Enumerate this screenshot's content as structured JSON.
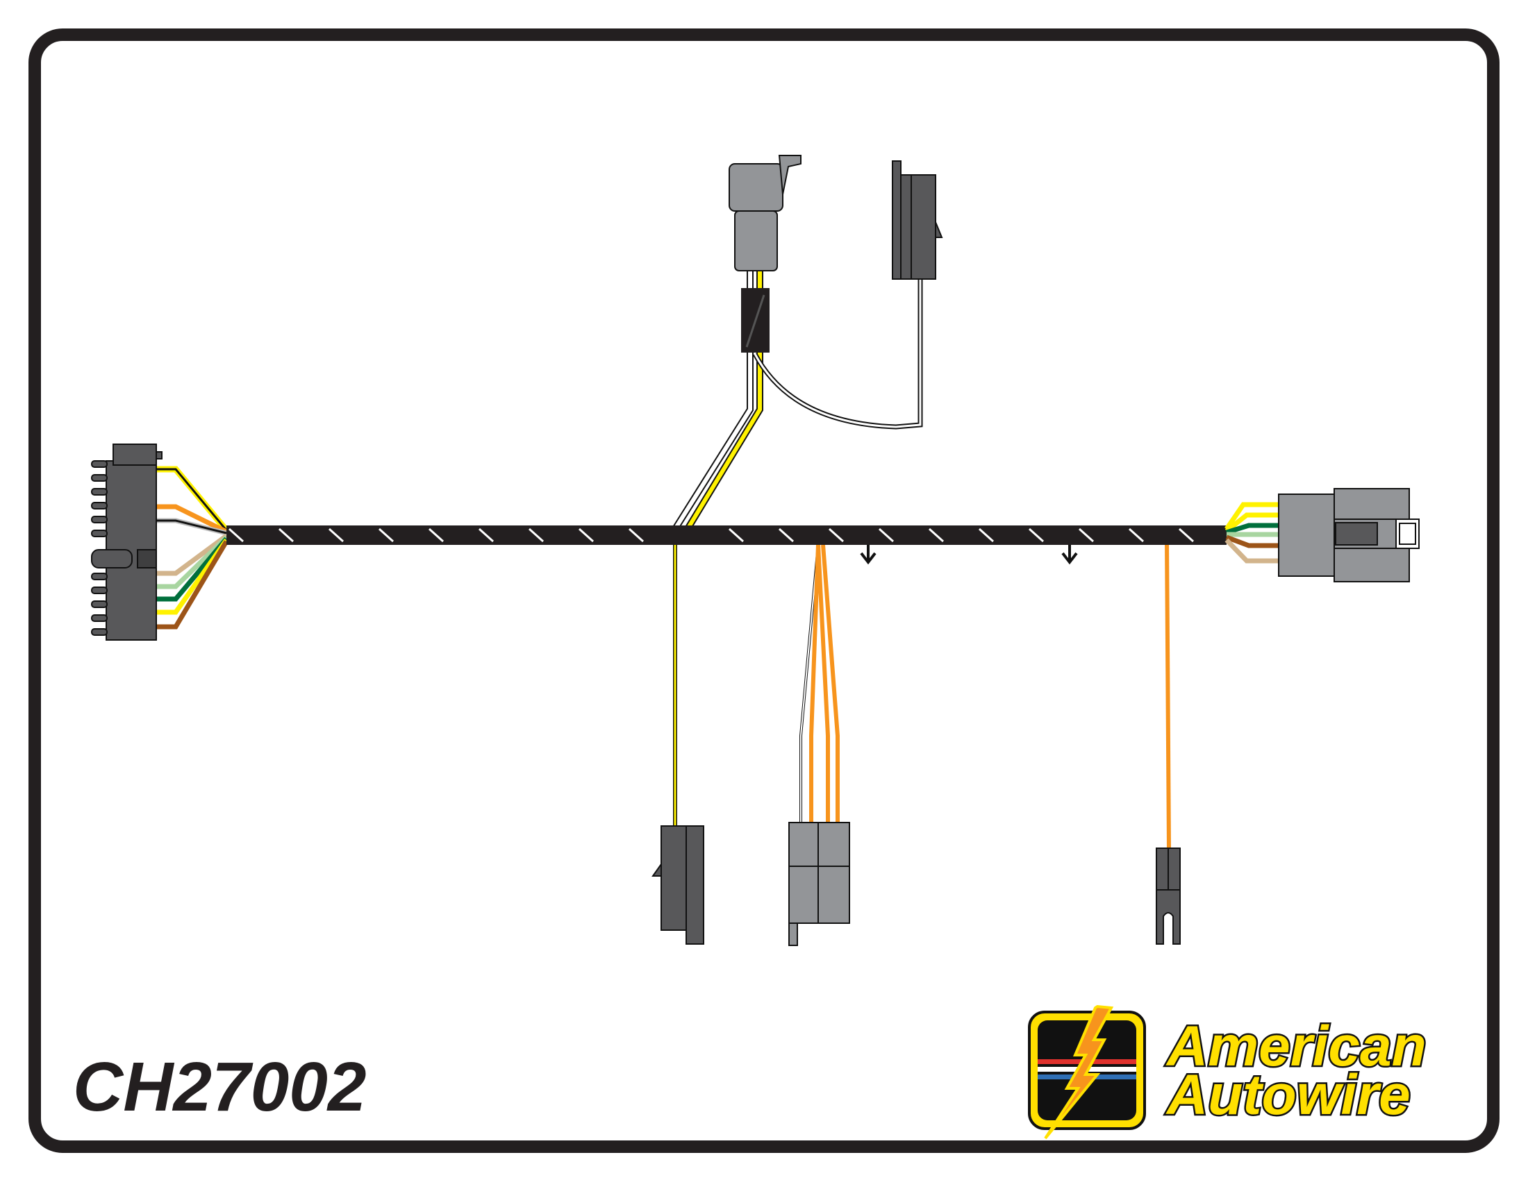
{
  "diagram": {
    "part_number": "CH27002",
    "logo": {
      "line1": "American",
      "line2": "Autowire"
    },
    "colors": {
      "frame": "#231f20",
      "harness": "#231f20",
      "connector_dark": "#58585a",
      "connector_gray": "#939598",
      "wire_yellow": "#fff200",
      "wire_orange": "#f7941d",
      "wire_tan": "#d2b48c",
      "wire_light_green": "#a8d5a0",
      "wire_dark_green": "#006f3c",
      "wire_brown": "#9c5418",
      "logo_yellow": "#ffe000",
      "logo_red": "#e0322e",
      "logo_blue": "#2f6fb5"
    }
  }
}
